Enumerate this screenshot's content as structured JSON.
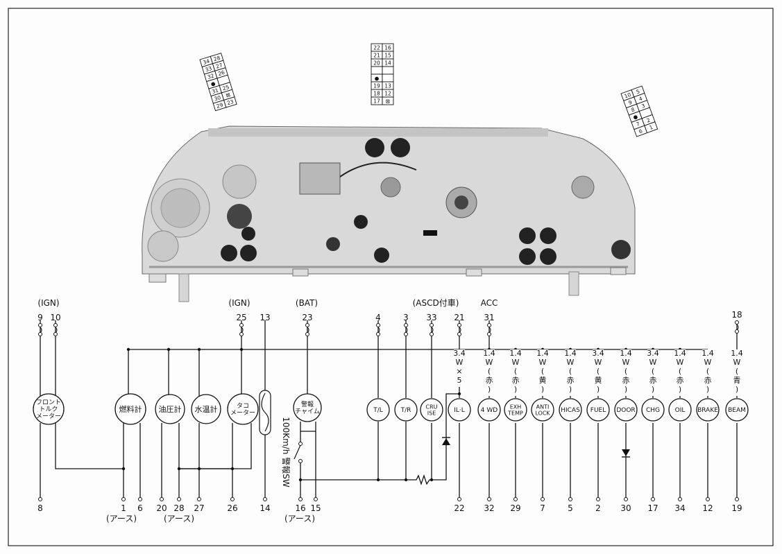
{
  "connectors": {
    "left": {
      "rows": [
        [
          "34",
          "28"
        ],
        [
          "33",
          "27"
        ],
        [
          "32",
          "26"
        ],
        [
          "●",
          ""
        ],
        [
          "31",
          "25"
        ],
        [
          "30",
          "⊠"
        ],
        [
          "29",
          "23"
        ]
      ]
    },
    "center": {
      "rows": [
        [
          "22",
          "16"
        ],
        [
          "21",
          "15"
        ],
        [
          "20",
          "14"
        ],
        [
          "",
          ""
        ],
        [
          "●",
          ""
        ],
        [
          "19",
          "13"
        ],
        [
          "18",
          "12"
        ],
        [
          "17",
          "⊠"
        ]
      ]
    },
    "right": {
      "rows": [
        [
          "10",
          "5"
        ],
        [
          "9",
          "4"
        ],
        [
          "8",
          "3"
        ],
        [
          "●",
          ""
        ],
        [
          "7",
          "2"
        ],
        [
          "6",
          "1"
        ]
      ]
    }
  },
  "annotations": {
    "ign_left": "(IGN)",
    "ign_mid": "(IGN)",
    "bat": "(BAT)",
    "ascd": "(ASCD付車)",
    "acc": "ACC",
    "earth_1": "(アース)",
    "earth_2": "(アース)",
    "earth_3": "(アース)",
    "speed_sw": "100Km/h 警報SW"
  },
  "top_pins": [
    "9",
    "10",
    "25",
    "13",
    "23",
    "4",
    "3",
    "33",
    "21",
    "31",
    "18"
  ],
  "bottom_pins": [
    "8",
    "1",
    "6",
    "20",
    "28",
    "27",
    "26",
    "14",
    "16",
    "15",
    "22",
    "32",
    "29",
    "7",
    "5",
    "2",
    "30",
    "17",
    "34",
    "12",
    "19"
  ],
  "meters": [
    {
      "id": "front-torque",
      "lines": [
        "フロント",
        "トルク",
        "メーター"
      ]
    },
    {
      "id": "fuel-gauge",
      "lines": [
        "燃料計"
      ]
    },
    {
      "id": "oil-pressure",
      "lines": [
        "油圧計"
      ]
    },
    {
      "id": "water-temp",
      "lines": [
        "水温計"
      ]
    },
    {
      "id": "tacho",
      "lines": [
        "タコ",
        "メーター"
      ]
    },
    {
      "id": "chime",
      "lines": [
        "警報",
        "チャイム"
      ]
    },
    {
      "id": "tl",
      "lines": [
        "T/L"
      ]
    },
    {
      "id": "tr",
      "lines": [
        "T/R"
      ]
    },
    {
      "id": "cruise",
      "lines": [
        "CRU",
        "ISE"
      ]
    },
    {
      "id": "ill",
      "lines": [
        "IL·L"
      ]
    },
    {
      "id": "4wd",
      "lines": [
        "4 WD"
      ]
    },
    {
      "id": "exh",
      "lines": [
        "EXH",
        "TEMP"
      ]
    },
    {
      "id": "antilock",
      "lines": [
        "ANTI",
        "LOCK"
      ]
    },
    {
      "id": "hicas",
      "lines": [
        "HICAS"
      ]
    },
    {
      "id": "fuel",
      "lines": [
        "FUEL"
      ]
    },
    {
      "id": "door",
      "lines": [
        "DOOR"
      ]
    },
    {
      "id": "chg",
      "lines": [
        "CHG"
      ]
    },
    {
      "id": "oil",
      "lines": [
        "OIL"
      ]
    },
    {
      "id": "brake",
      "lines": [
        "BRAKE"
      ]
    },
    {
      "id": "beam",
      "lines": [
        "BEAM"
      ]
    }
  ],
  "bulb_labels": [
    {
      "for": "ill",
      "lines": [
        "3.4",
        "W",
        "×",
        "5"
      ]
    },
    {
      "for": "4wd",
      "lines": [
        "1.4",
        "W",
        "(",
        "赤",
        ")"
      ]
    },
    {
      "for": "exh",
      "lines": [
        "1.4",
        "W",
        "(",
        "赤",
        ")"
      ]
    },
    {
      "for": "antilock",
      "lines": [
        "1.4",
        "W",
        "(",
        "黄",
        ")"
      ]
    },
    {
      "for": "hicas",
      "lines": [
        "1.4",
        "W",
        "(",
        "赤",
        ")"
      ]
    },
    {
      "for": "fuel",
      "lines": [
        "3.4",
        "W",
        "(",
        "黄",
        ")"
      ]
    },
    {
      "for": "door",
      "lines": [
        "1.4",
        "W",
        "(",
        "赤",
        ")"
      ]
    },
    {
      "for": "chg",
      "lines": [
        "3.4",
        "W",
        "(",
        "赤",
        ")"
      ]
    },
    {
      "for": "oil",
      "lines": [
        "1.4",
        "W",
        "(",
        "赤",
        ")"
      ]
    },
    {
      "for": "brake",
      "lines": [
        "1.4",
        "W",
        "(",
        "赤",
        ")"
      ]
    },
    {
      "for": "beam",
      "lines": [
        "1.4",
        "W",
        "(",
        "青",
        ")"
      ]
    }
  ]
}
